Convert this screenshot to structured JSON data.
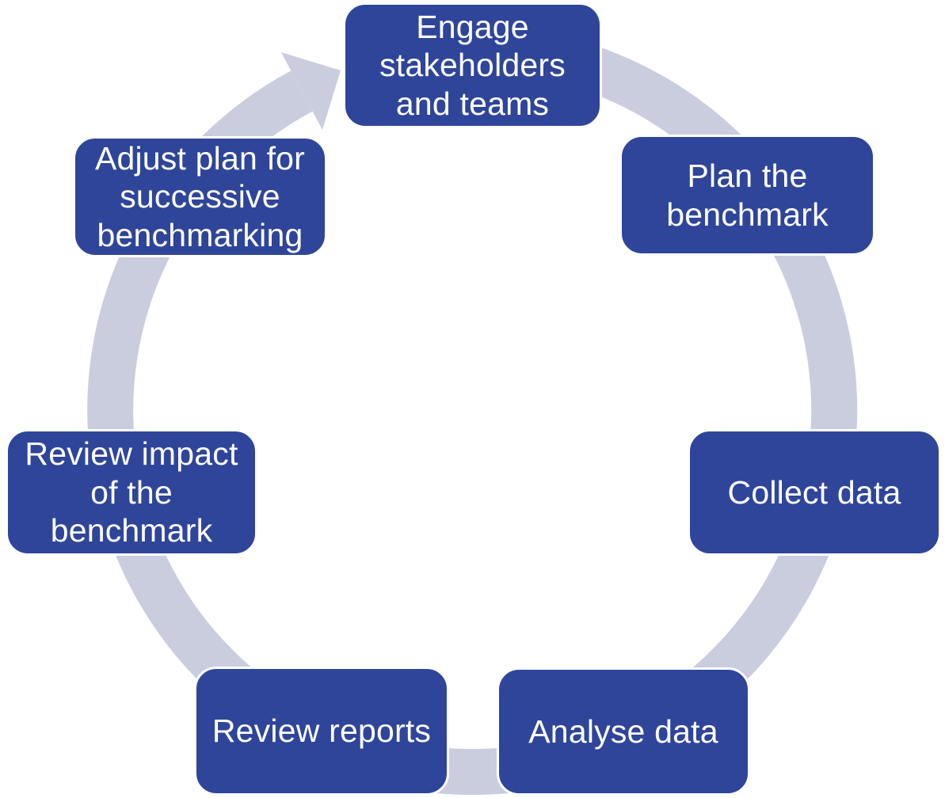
{
  "colors": {
    "box_fill": "#2f459a",
    "ring": "#cacdde",
    "label_text": "#ffffff",
    "background": "#ffffff"
  },
  "cycle": {
    "direction": "clockwise",
    "steps": [
      {
        "id": "engage",
        "label": "Engage\nstakeholders\nand teams"
      },
      {
        "id": "plan",
        "label": "Plan the\nbenchmark"
      },
      {
        "id": "collect",
        "label": "Collect data"
      },
      {
        "id": "analyse",
        "label": "Analyse data"
      },
      {
        "id": "review-reports",
        "label": "Review reports"
      },
      {
        "id": "review-impact",
        "label": "Review impact\nof the\nbenchmark"
      },
      {
        "id": "adjust",
        "label": "Adjust plan for\nsuccessive\nbenchmarking"
      }
    ]
  }
}
